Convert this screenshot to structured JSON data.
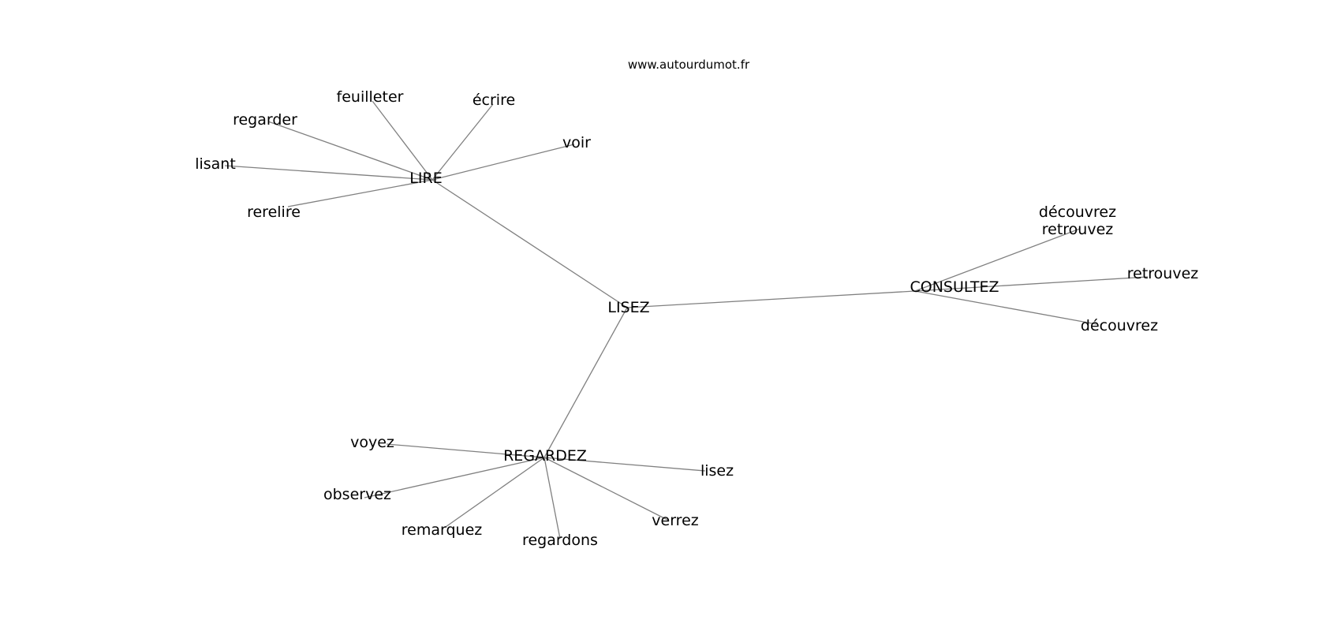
{
  "site": "www.autourdumot.fr",
  "nodes": [
    {
      "id": "LISEZ",
      "label": "LISEZ"
    },
    {
      "id": "LIRE",
      "label": "LIRE"
    },
    {
      "id": "CONSULTEZ",
      "label": "CONSULTEZ"
    },
    {
      "id": "REGARDEZ",
      "label": "REGARDEZ"
    },
    {
      "id": "feuilleter",
      "label": "feuilleter"
    },
    {
      "id": "ecrire",
      "label": "écrire"
    },
    {
      "id": "regarder",
      "label": "regarder"
    },
    {
      "id": "voir",
      "label": "voir"
    },
    {
      "id": "lisant",
      "label": "lisant"
    },
    {
      "id": "rerelire",
      "label": "rerelire"
    },
    {
      "id": "decouvrez_retrouvez",
      "label": "découvrez\nretrouvez"
    },
    {
      "id": "retrouvez",
      "label": "retrouvez"
    },
    {
      "id": "decouvrez",
      "label": "découvrez"
    },
    {
      "id": "voyez",
      "label": "voyez"
    },
    {
      "id": "lisez",
      "label": "lisez"
    },
    {
      "id": "observez",
      "label": "observez"
    },
    {
      "id": "verrez",
      "label": "verrez"
    },
    {
      "id": "remarquez",
      "label": "remarquez"
    },
    {
      "id": "regardons",
      "label": "regardons"
    }
  ],
  "edges": [
    [
      "LISEZ",
      "LIRE"
    ],
    [
      "LISEZ",
      "CONSULTEZ"
    ],
    [
      "LISEZ",
      "REGARDEZ"
    ],
    [
      "LIRE",
      "feuilleter"
    ],
    [
      "LIRE",
      "ecrire"
    ],
    [
      "LIRE",
      "regarder"
    ],
    [
      "LIRE",
      "voir"
    ],
    [
      "LIRE",
      "lisant"
    ],
    [
      "LIRE",
      "rerelire"
    ],
    [
      "CONSULTEZ",
      "decouvrez_retrouvez"
    ],
    [
      "CONSULTEZ",
      "retrouvez"
    ],
    [
      "CONSULTEZ",
      "decouvrez"
    ],
    [
      "REGARDEZ",
      "voyez"
    ],
    [
      "REGARDEZ",
      "lisez"
    ],
    [
      "REGARDEZ",
      "observez"
    ],
    [
      "REGARDEZ",
      "verrez"
    ],
    [
      "REGARDEZ",
      "remarquez"
    ],
    [
      "REGARDEZ",
      "regardons"
    ]
  ]
}
